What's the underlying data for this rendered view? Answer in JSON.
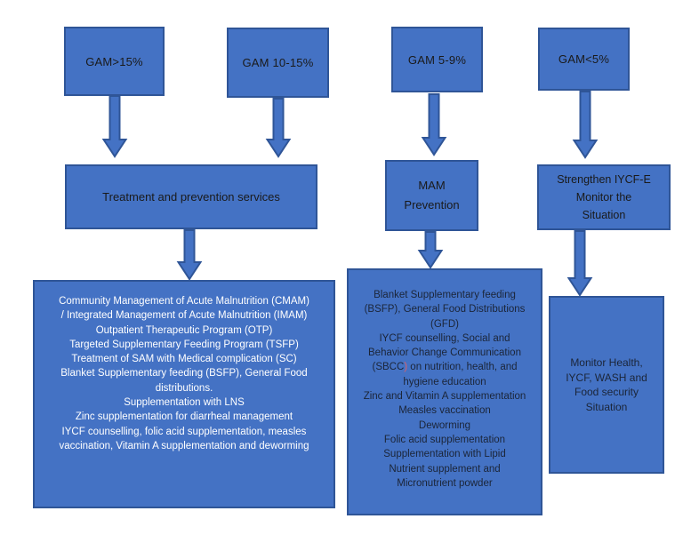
{
  "colors": {
    "box_fill": "#4472C4",
    "box_border": "#2F5597",
    "top_text": "#1A1A1A",
    "detail_left_text": "#FFFFFF",
    "detail_dark_text": "#1B2538",
    "sbcc_paren_red": "#D9606A"
  },
  "thresholds": [
    {
      "label": "GAM>15%"
    },
    {
      "label": "GAM 10-15%"
    },
    {
      "label": "GAM 5-9%"
    },
    {
      "label": "GAM<5%"
    }
  ],
  "responses": {
    "treatment": "Treatment and prevention services",
    "mam": "MAM\nPrevention",
    "strengthen": "Strengthen IYCF-E\nMonitor the\nSituation"
  },
  "details": {
    "left": "Community Management of Acute Malnutrition (CMAM)\n/ Integrated Management of Acute Malnutrition (IMAM)\nOutpatient Therapeutic Program (OTP)\nTargeted Supplementary Feeding Program (TSFP)\nTreatment of SAM with Medical complication (SC)\nBlanket Supplementary feeding (BSFP), General Food\ndistributions.\nSupplementation with LNS\nZinc supplementation for diarrheal management\nIYCF counselling, folic acid supplementation, measles\nvaccination, Vitamin A supplementation and deworming",
    "middle_before": "Blanket Supplementary feeding\n(BSFP), General Food Distributions\n(GFD)\nIYCF counselling, Social and\nBehavior Change Communication\n",
    "sbcc_prefix": "(SBCC",
    "sbcc_paren": ")",
    "sbcc_suffix": " on nutrition, health, and",
    "middle_after": "\nhygiene education\nZinc and Vitamin A supplementation\nMeasles vaccination\nDeworming\nFolic acid supplementation\nSupplementation with Lipid\nNutrient supplement and\nMicronutrient powder",
    "right": "Monitor Health,\nIYCF, WASH and\nFood security\nSituation"
  }
}
